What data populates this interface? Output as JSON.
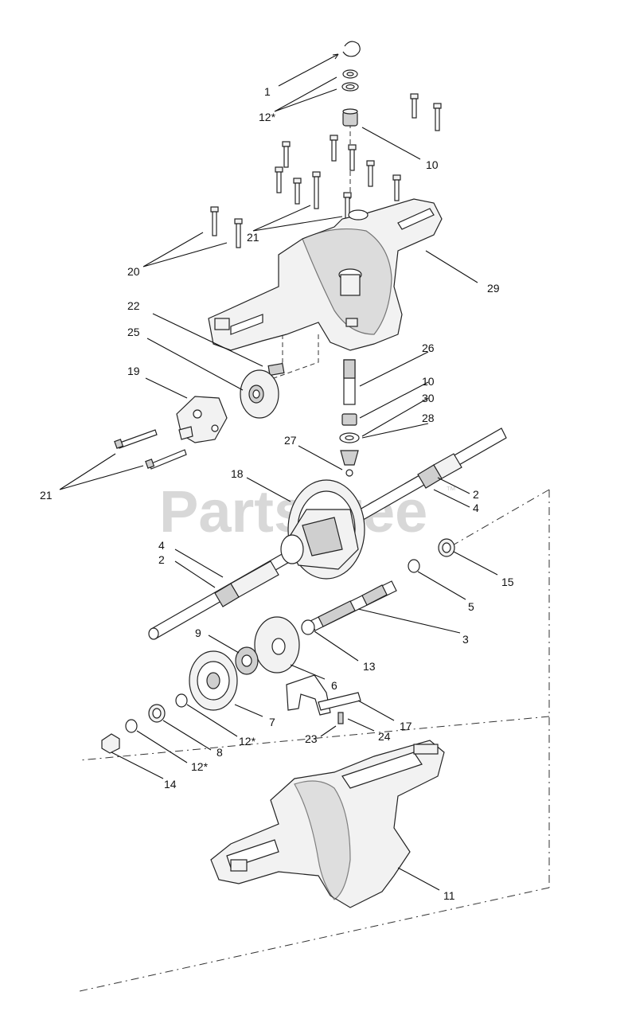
{
  "watermark": {
    "text": "PartsTree",
    "mark": "™"
  },
  "callouts": [
    {
      "label": "1"
    },
    {
      "label": "12*"
    },
    {
      "label": "10"
    },
    {
      "label": "21"
    },
    {
      "label": "20"
    },
    {
      "label": "29"
    },
    {
      "label": "22"
    },
    {
      "label": "25"
    },
    {
      "label": "26"
    },
    {
      "label": "19"
    },
    {
      "label": "10"
    },
    {
      "label": "30"
    },
    {
      "label": "28"
    },
    {
      "label": "27"
    },
    {
      "label": "21"
    },
    {
      "label": "18"
    },
    {
      "label": "2"
    },
    {
      "label": "4"
    },
    {
      "label": "4"
    },
    {
      "label": "2"
    },
    {
      "label": "15"
    },
    {
      "label": "5"
    },
    {
      "label": "3"
    },
    {
      "label": "9"
    },
    {
      "label": "13"
    },
    {
      "label": "6"
    },
    {
      "label": "7"
    },
    {
      "label": "12*"
    },
    {
      "label": "17"
    },
    {
      "label": "23"
    },
    {
      "label": "24"
    },
    {
      "label": "8"
    },
    {
      "label": "12*"
    },
    {
      "label": "14"
    },
    {
      "label": "11"
    }
  ]
}
